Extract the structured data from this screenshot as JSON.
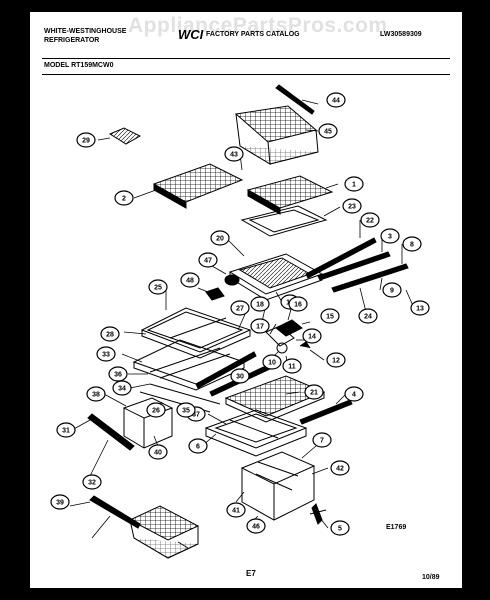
{
  "header": {
    "brand_line1": "WHITE-WESTINGHOUSE",
    "brand_line2": "REFRIGERATOR",
    "logo_text": "WCI",
    "catalog_title": "FACTORY PARTS CATALOG",
    "doc_number": "LW30589309",
    "model_label": "MODEL RT159MCW0"
  },
  "watermark": "AppliancePartsPros.com",
  "footer": {
    "diagram_code": "E1769",
    "page": "E7",
    "date": "10/89"
  },
  "callouts": [
    "44",
    "45",
    "29",
    "43",
    "1",
    "2",
    "23",
    "22",
    "3",
    "8",
    "20",
    "47",
    "48",
    "9",
    "25",
    "19",
    "13",
    "18",
    "16",
    "15",
    "24",
    "28",
    "17",
    "14",
    "27",
    "33",
    "12",
    "10",
    "36",
    "30",
    "11",
    "34",
    "21",
    "4",
    "38",
    "37",
    "35",
    "26",
    "31",
    "7",
    "6",
    "40",
    "42",
    "32",
    "41",
    "46",
    "5",
    "39"
  ]
}
